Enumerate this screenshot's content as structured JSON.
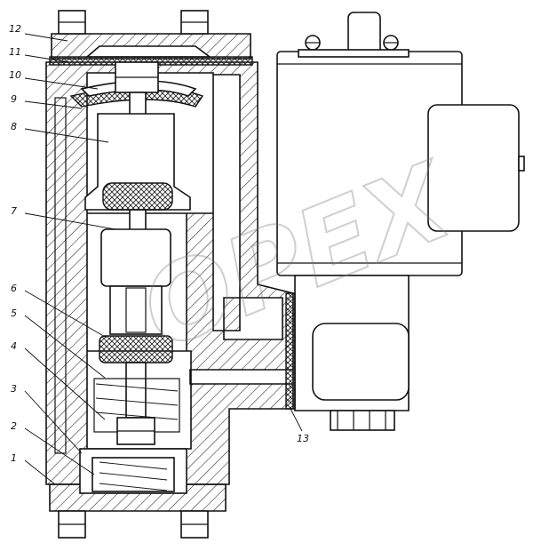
{
  "diagram": {
    "watermark": "OPEX",
    "callouts": [
      {
        "id": "1",
        "text": "1"
      },
      {
        "id": "2",
        "text": "2"
      },
      {
        "id": "3",
        "text": "3"
      },
      {
        "id": "4",
        "text": "4"
      },
      {
        "id": "5",
        "text": "5"
      },
      {
        "id": "6",
        "text": "6"
      },
      {
        "id": "7",
        "text": "7"
      },
      {
        "id": "8",
        "text": "8"
      },
      {
        "id": "9",
        "text": "9"
      },
      {
        "id": "10",
        "text": "10"
      },
      {
        "id": "11",
        "text": "11"
      },
      {
        "id": "12",
        "text": "12"
      },
      {
        "id": "13",
        "text": "13"
      }
    ]
  }
}
